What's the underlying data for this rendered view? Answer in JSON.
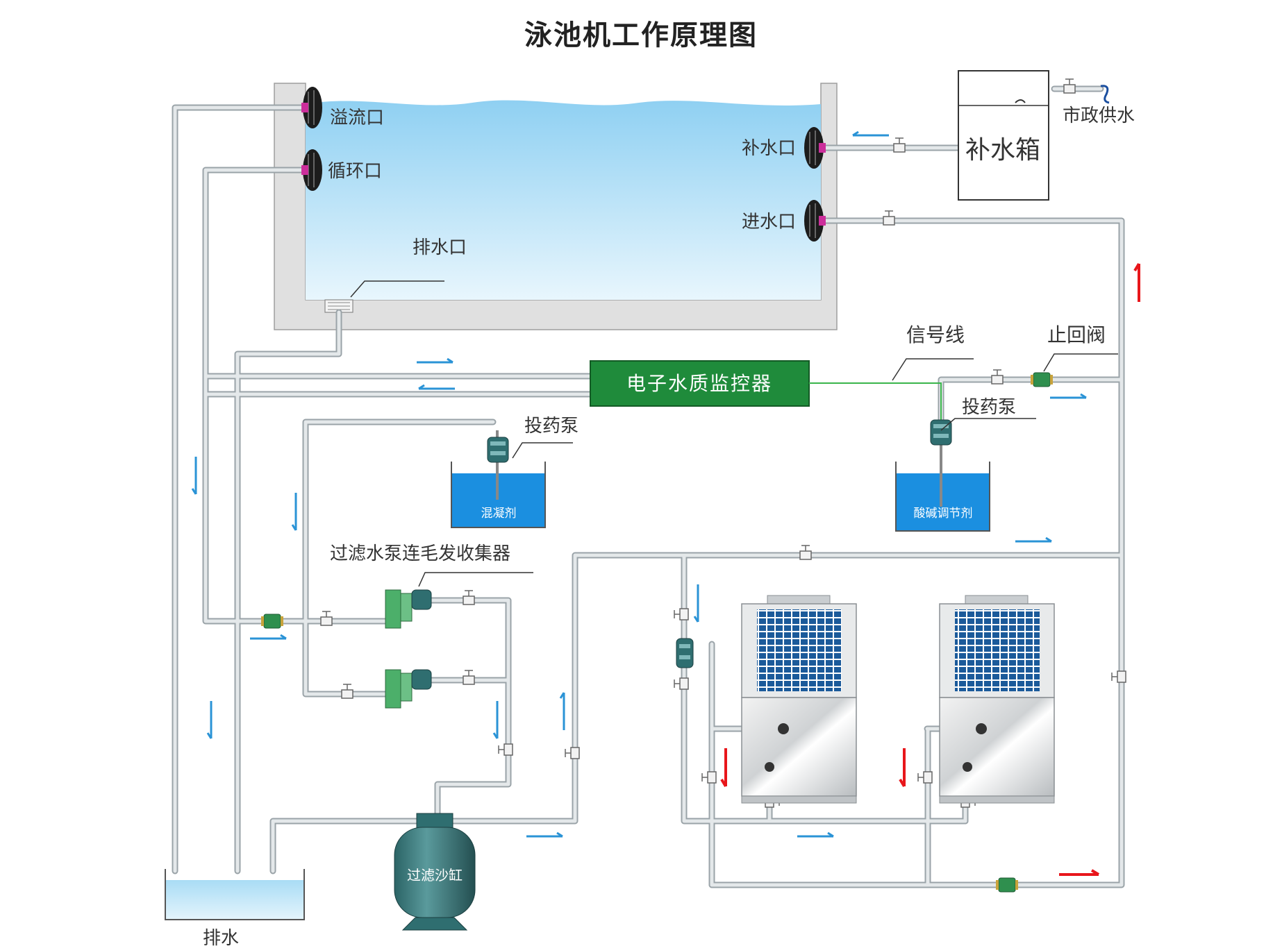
{
  "title": "泳池机工作原理图",
  "labels": {
    "overflow_outlet": "溢流口",
    "circulation_outlet": "循环口",
    "makeup_inlet": "补水口",
    "water_inlet": "进水口",
    "drain_outlet": "排水口",
    "municipal_supply": "市政供水",
    "makeup_tank": "补水箱",
    "signal_line": "信号线",
    "check_valve": "止回阀",
    "monitor": "电子水质监控器",
    "dosing_pump_left": "投药泵",
    "dosing_pump_right": "投药泵",
    "coagulant": "混凝剂",
    "ph_regulator": "酸碱调节剂",
    "filter_pump": "过滤水泵连毛发收集器",
    "sand_filter": "过滤沙缸",
    "drain": "排水"
  },
  "colors": {
    "water_top": "#8fd0f2",
    "water_bottom": "#e8f6fd",
    "pipe": "#d7dcdf",
    "pipe_edge": "#9aa3a8",
    "monitor_green": "#1f8b3b",
    "chemical_blue": "#1b8fe0",
    "flow_arrow": "#2a93d6",
    "hot_arrow": "#e8161b",
    "pump_teal": "#2f6e70",
    "filter_pump_green": "#4caf6a",
    "coupling_magenta": "#cc2e9b",
    "signal_green": "#39b54a"
  },
  "icons": [
    "pump-icon",
    "valve-icon",
    "check-valve-icon",
    "faucet-icon",
    "fan-grille-icon",
    "flow-arrow-icon"
  ]
}
